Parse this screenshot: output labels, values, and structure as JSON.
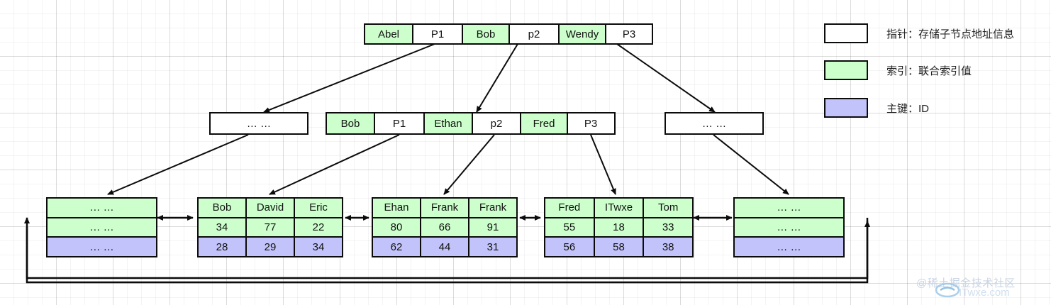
{
  "diagram": {
    "title": "B+ Tree Index Structure",
    "colors": {
      "index_green": "#ccffcc",
      "pointer_white": "#ffffff",
      "primary_key_purple": "#c3c3fb",
      "border": "#0b0b0b",
      "grid": "#e6e6e6"
    },
    "ellipsis": "… …"
  },
  "root": {
    "name": "root-node",
    "cells": [
      {
        "text": "Abel",
        "kind": "index"
      },
      {
        "text": "P1",
        "kind": "pointer"
      },
      {
        "text": "Bob",
        "kind": "index"
      },
      {
        "text": "p2",
        "kind": "pointer"
      },
      {
        "text": "Wendy",
        "kind": "index"
      },
      {
        "text": "P3",
        "kind": "pointer"
      }
    ]
  },
  "level2": {
    "left": {
      "name": "internal-node-left",
      "cells": [
        {
          "text": "… …",
          "kind": "pointer"
        }
      ]
    },
    "middle": {
      "name": "internal-node-middle",
      "cells": [
        {
          "text": "Bob",
          "kind": "index"
        },
        {
          "text": "P1",
          "kind": "pointer"
        },
        {
          "text": "Ethan",
          "kind": "index"
        },
        {
          "text": "p2",
          "kind": "pointer"
        },
        {
          "text": "Fred",
          "kind": "index"
        },
        {
          "text": "P3",
          "kind": "pointer"
        }
      ]
    },
    "right": {
      "name": "internal-node-right",
      "cells": [
        {
          "text": "… …",
          "kind": "pointer"
        }
      ]
    }
  },
  "leaves": [
    {
      "name": "leaf-node-1",
      "rows": [
        {
          "kind": "index",
          "values": [
            "… …"
          ]
        },
        {
          "kind": "index",
          "values": [
            "… …"
          ]
        },
        {
          "kind": "primary",
          "values": [
            "… …"
          ]
        }
      ]
    },
    {
      "name": "leaf-node-2",
      "rows": [
        {
          "kind": "index",
          "values": [
            "Bob",
            "David",
            "Eric"
          ]
        },
        {
          "kind": "index",
          "values": [
            "34",
            "77",
            "22"
          ]
        },
        {
          "kind": "primary",
          "values": [
            "28",
            "29",
            "34"
          ]
        }
      ]
    },
    {
      "name": "leaf-node-3",
      "rows": [
        {
          "kind": "index",
          "values": [
            "Ehan",
            "Frank",
            "Frank"
          ]
        },
        {
          "kind": "index",
          "values": [
            "80",
            "66",
            "91"
          ]
        },
        {
          "kind": "primary",
          "values": [
            "62",
            "44",
            "31"
          ]
        }
      ]
    },
    {
      "name": "leaf-node-4",
      "rows": [
        {
          "kind": "index",
          "values": [
            "Fred",
            "ITwxe",
            "Tom"
          ]
        },
        {
          "kind": "index",
          "values": [
            "55",
            "18",
            "33"
          ]
        },
        {
          "kind": "primary",
          "values": [
            "56",
            "58",
            "38"
          ]
        }
      ]
    },
    {
      "name": "leaf-node-5",
      "rows": [
        {
          "kind": "index",
          "values": [
            "… …"
          ]
        },
        {
          "kind": "index",
          "values": [
            "… …"
          ]
        },
        {
          "kind": "primary",
          "values": [
            "… …"
          ]
        }
      ]
    }
  ],
  "legend": {
    "items": [
      {
        "swatch": "pointer",
        "label": "指针：存储子节点地址信息"
      },
      {
        "swatch": "index",
        "label": "索引：联合索引值"
      },
      {
        "swatch": "primary",
        "label": "主键：ID"
      }
    ]
  },
  "watermark": {
    "text": "@稀土掘金技术社区",
    "sub": "ITwxe.com"
  }
}
